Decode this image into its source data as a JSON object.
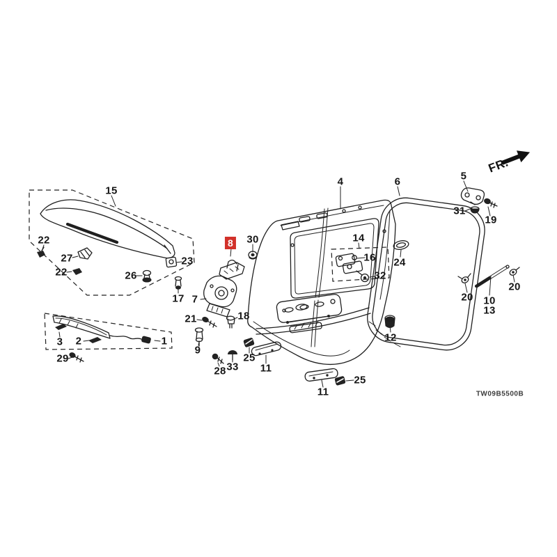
{
  "diagram": {
    "code": "TW09B5500B",
    "fr_label": "FR.",
    "highlight_color": "#d2312a",
    "callouts": [
      {
        "text": "15",
        "highlight": false
      },
      {
        "text": "22",
        "highlight": false
      },
      {
        "text": "27",
        "highlight": false
      },
      {
        "text": "22",
        "highlight": false
      },
      {
        "text": "23",
        "highlight": false
      },
      {
        "text": "26",
        "highlight": false
      },
      {
        "text": "17",
        "highlight": false
      },
      {
        "text": "7",
        "highlight": false
      },
      {
        "text": "8",
        "highlight": true
      },
      {
        "text": "30",
        "highlight": false
      },
      {
        "text": "21",
        "highlight": false
      },
      {
        "text": "18",
        "highlight": false
      },
      {
        "text": "9",
        "highlight": false
      },
      {
        "text": "28",
        "highlight": false
      },
      {
        "text": "33",
        "highlight": false
      },
      {
        "text": "25",
        "highlight": false
      },
      {
        "text": "11",
        "highlight": false
      },
      {
        "text": "11",
        "highlight": false
      },
      {
        "text": "25",
        "highlight": false
      },
      {
        "text": "1",
        "highlight": false
      },
      {
        "text": "3",
        "highlight": false
      },
      {
        "text": "2",
        "highlight": false
      },
      {
        "text": "29",
        "highlight": false
      },
      {
        "text": "4",
        "highlight": false
      },
      {
        "text": "6",
        "highlight": false
      },
      {
        "text": "5",
        "highlight": false
      },
      {
        "text": "31",
        "highlight": false
      },
      {
        "text": "19",
        "highlight": false
      },
      {
        "text": "14",
        "highlight": false
      },
      {
        "text": "16",
        "highlight": false
      },
      {
        "text": "24",
        "highlight": false
      },
      {
        "text": "32",
        "highlight": false
      },
      {
        "text": "12",
        "highlight": false
      },
      {
        "text": "20",
        "highlight": false
      },
      {
        "text": "10",
        "highlight": false
      },
      {
        "text": "13",
        "highlight": false
      },
      {
        "text": "20",
        "highlight": false
      }
    ]
  }
}
